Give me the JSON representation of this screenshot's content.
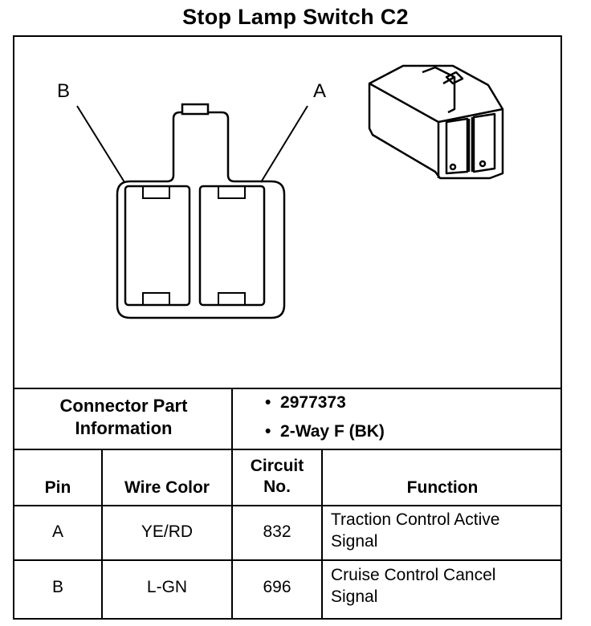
{
  "title": "Stop Lamp Switch C2",
  "diagram": {
    "label_b": "B",
    "label_a": "A"
  },
  "connector_info": {
    "label_line1": "Connector Part",
    "label_line2": "Information",
    "bullets": [
      "2977373",
      "2-Way F (BK)"
    ]
  },
  "table": {
    "headers": {
      "pin": "Pin",
      "wire_color": "Wire Color",
      "circuit_line1": "Circuit",
      "circuit_line2": "No.",
      "function": "Function"
    },
    "rows": [
      {
        "pin": "A",
        "wire_color": "YE/RD",
        "circuit": "832",
        "function_line1": "Traction Control Active",
        "function_line2": "Signal"
      },
      {
        "pin": "B",
        "wire_color": "L-GN",
        "circuit": "696",
        "function_line1": "Cruise Control Cancel",
        "function_line2": "Signal"
      }
    ]
  }
}
